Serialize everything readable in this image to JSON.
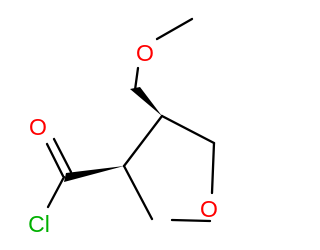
{
  "molecule": {
    "atoms": {
      "oxygen_methoxy": {
        "symbol": "O",
        "color": "#ff0000"
      },
      "oxygen_carbonyl": {
        "symbol": "O",
        "color": "#ff0000"
      },
      "chlorine": {
        "symbol": "Cl",
        "color": "#00b000"
      },
      "oxygen_ring": {
        "symbol": "O",
        "color": "#ff0000"
      }
    },
    "bond_color": "#000000"
  }
}
